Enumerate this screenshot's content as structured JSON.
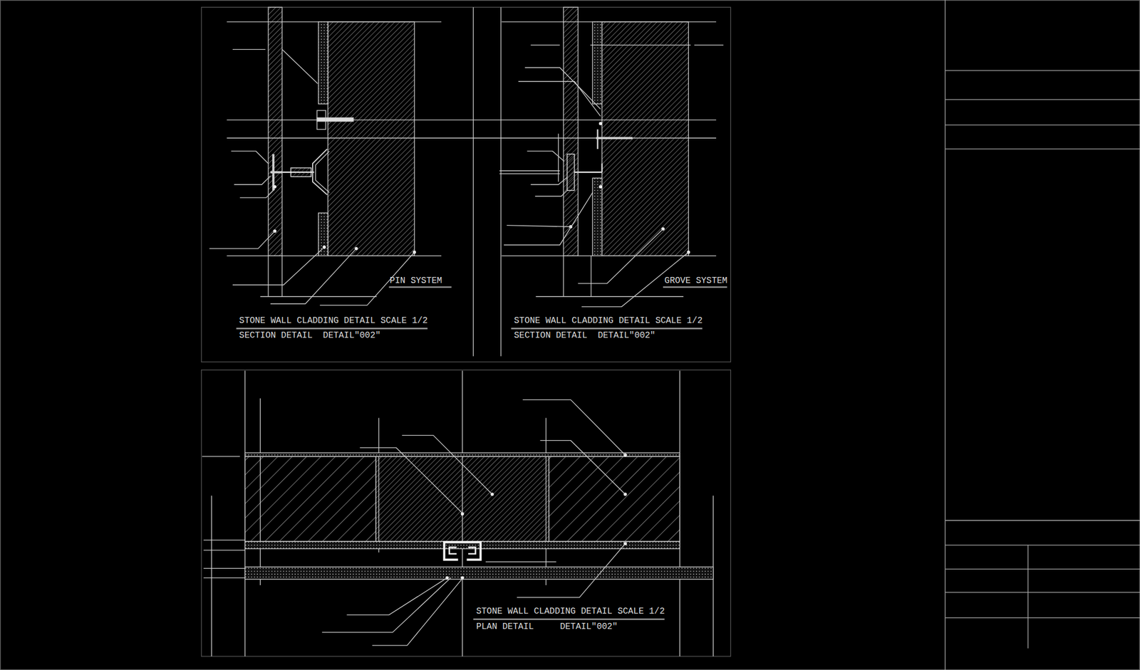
{
  "diagram": {
    "labels": [
      "PIN SYSTEM",
      "GROVE SYSTEM",
      "STONE WALL CLADDING DETAIL SCALE 1/2",
      "SECTION DETAIL  DETAIL\"002\"",
      "STONE WALL CLADDING DETAIL SCALE 1/2",
      "SECTION DETAIL  DETAIL\"002\"",
      "STONE WALL CLADDING DETAIL SCALE 1/2",
      "PLAN DETAIL     DETAIL\"002\""
    ]
  }
}
